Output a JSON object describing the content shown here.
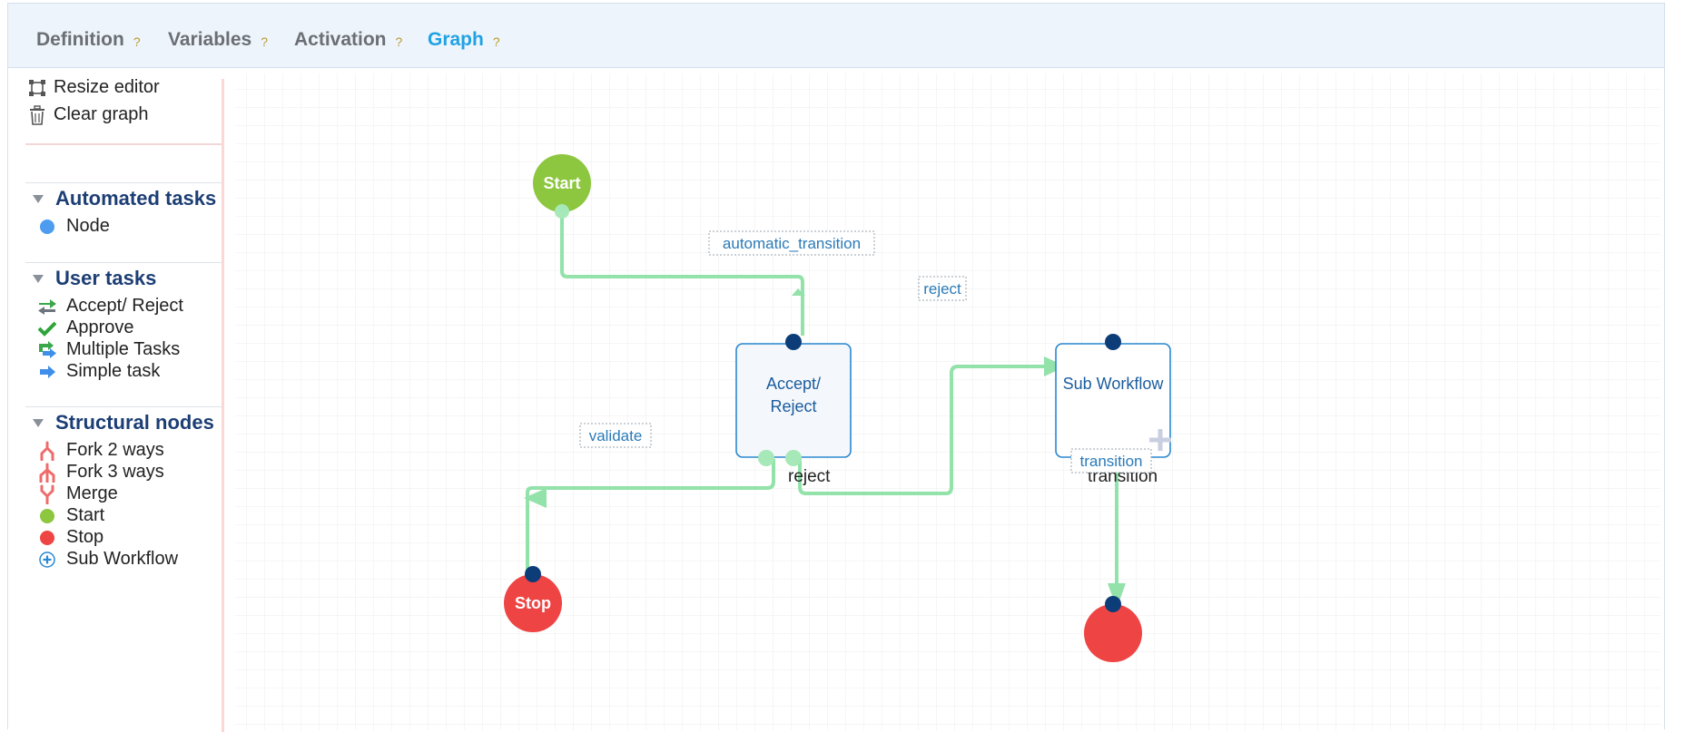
{
  "tabs": [
    {
      "label": "Definition",
      "help": "?"
    },
    {
      "label": "Variables",
      "help": "?"
    },
    {
      "label": "Activation",
      "help": "?"
    },
    {
      "label": "Graph",
      "help": "?",
      "active": true
    }
  ],
  "toolbar": {
    "resize_label": "Resize editor",
    "clear_label": "Clear graph"
  },
  "palette": {
    "automated": {
      "title": "Automated tasks",
      "items": [
        {
          "label": "Node",
          "icon": "blue-dot-icon"
        }
      ]
    },
    "user": {
      "title": "User tasks",
      "items": [
        {
          "label": "Accept/ Reject",
          "icon": "swap-arrows-icon"
        },
        {
          "label": "Approve",
          "icon": "checkmark-icon"
        },
        {
          "label": "Multiple Tasks",
          "icon": "multi-arrow-icon"
        },
        {
          "label": "Simple task",
          "icon": "right-arrow-icon"
        }
      ]
    },
    "structural": {
      "title": "Structural nodes",
      "items": [
        {
          "label": "Fork 2 ways",
          "icon": "fork-2-icon"
        },
        {
          "label": "Fork 3 ways",
          "icon": "fork-3-icon"
        },
        {
          "label": "Merge",
          "icon": "merge-icon"
        },
        {
          "label": "Start",
          "icon": "green-dot-icon"
        },
        {
          "label": "Stop",
          "icon": "red-dot-icon"
        },
        {
          "label": "Sub Workflow",
          "icon": "plus-circle-icon"
        }
      ]
    }
  },
  "graph": {
    "start_label": "Start",
    "stop_label": "Stop",
    "accept_reject_label_1": "Accept/",
    "accept_reject_label_2": "Reject",
    "subworkflow_label": "Sub Workflow",
    "edge_automatic": "automatic_transition",
    "edge_reject": "reject",
    "edge_validate": "validate",
    "edge_transition": "transition",
    "port_reject": "reject",
    "port_transition": "transition"
  },
  "colors": {
    "accent": "#1fa2e4",
    "edge": "#8fe0a6",
    "start": "#8dc63f",
    "stop": "#ef4444",
    "port": "#0d3d78",
    "node_border": "#2a88d0",
    "section_title": "#1c3e74"
  }
}
